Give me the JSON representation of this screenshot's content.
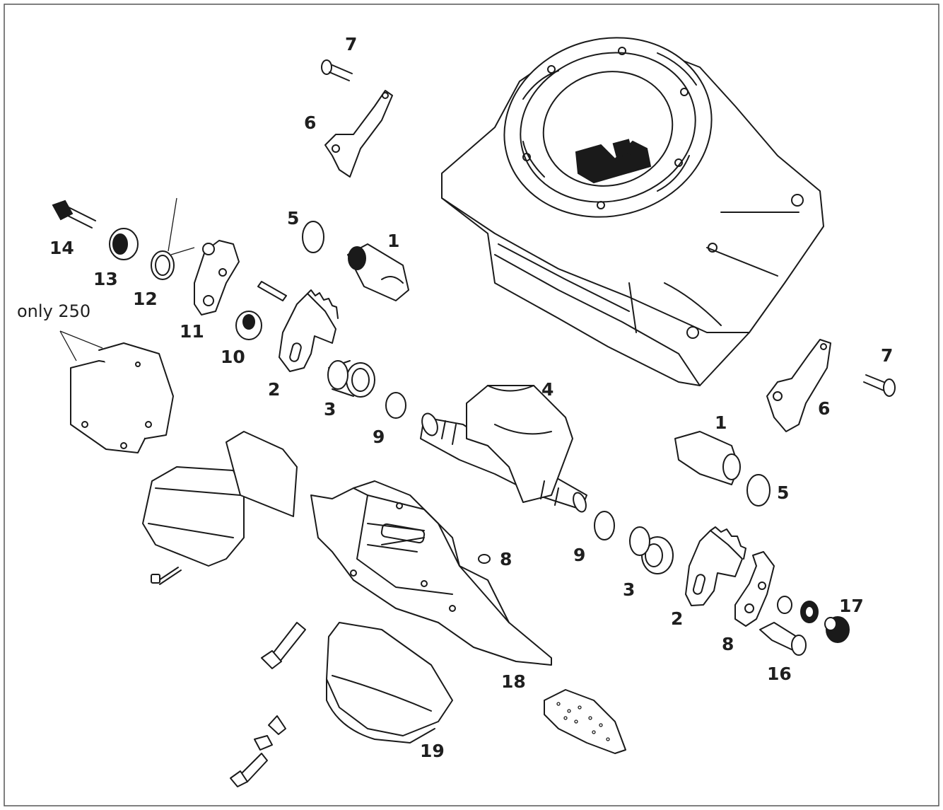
{
  "labels": {
    "l1a": "1",
    "l1b": "1",
    "l2a": "2",
    "l2b": "2",
    "l3a": "3",
    "l3b": "3",
    "l4": "4",
    "l5a": "5",
    "l5b": "5",
    "l6a": "6",
    "l6b": "6",
    "l7a": "7",
    "l7b": "7",
    "l8a": "8",
    "l8b": "8",
    "l9a": "9",
    "l9b": "9",
    "l10": "10",
    "l11": "11",
    "l12": "12",
    "l13": "13",
    "l14": "14",
    "l16": "16",
    "l17": "17",
    "l18": "18",
    "l19": "19"
  },
  "note": "only 250"
}
